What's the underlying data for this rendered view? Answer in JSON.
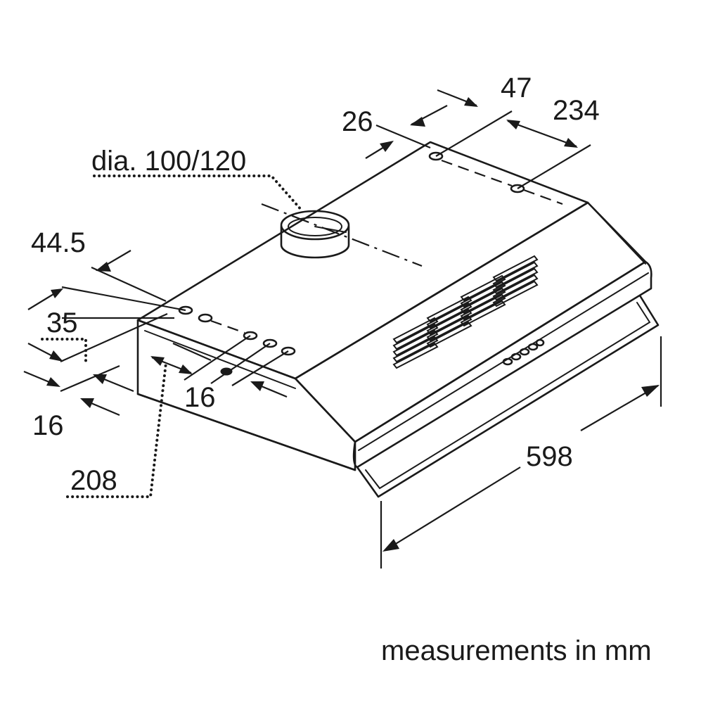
{
  "diagram": {
    "dimensions": {
      "d26": "26",
      "d47": "47",
      "d234": "234",
      "dia": "dia. 100/120",
      "d44_5": "44.5",
      "d35": "35",
      "d16_left": "16",
      "d16_mid": "16",
      "d208": "208",
      "d598": "598"
    },
    "units_note": "measurements in mm"
  }
}
